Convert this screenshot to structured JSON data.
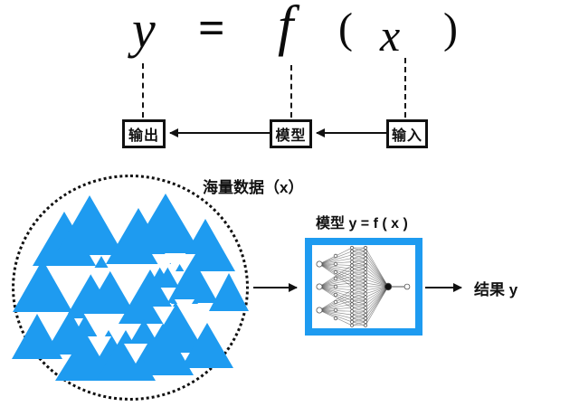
{
  "formula": {
    "lhs": "y",
    "equals": "=",
    "func": "f",
    "lparen": "(",
    "arg": "x",
    "rparen": ")"
  },
  "flow": {
    "output_label": "输出",
    "model_label": "模型",
    "input_label": "输入"
  },
  "data_cloud": {
    "label": "海量数据（x）"
  },
  "model_box": {
    "label": "模型 y = f ( x )"
  },
  "result_label": "结果 y",
  "colors": {
    "accent_blue": "#1E9BF0",
    "ink": "#111111"
  }
}
